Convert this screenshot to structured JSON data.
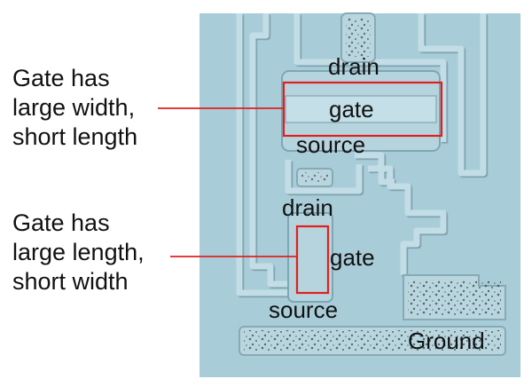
{
  "annotations": {
    "top": "Gate has\nlarge width,\nshort length",
    "bottom": "Gate has\nlarge length,\nshort width"
  },
  "transistor_wide": {
    "drain": "drain",
    "gate": "gate",
    "source": "source"
  },
  "transistor_long": {
    "drain": "drain",
    "gate": "gate",
    "source": "source"
  },
  "ground": "Ground",
  "colors": {
    "chip_background": "#a9cdd8",
    "trace": "#c3dde6",
    "trace_shadow": "#7fa6b3",
    "highlight_box": "#e02020",
    "leader_line": "#e02020",
    "dots": "#3c4e56"
  }
}
